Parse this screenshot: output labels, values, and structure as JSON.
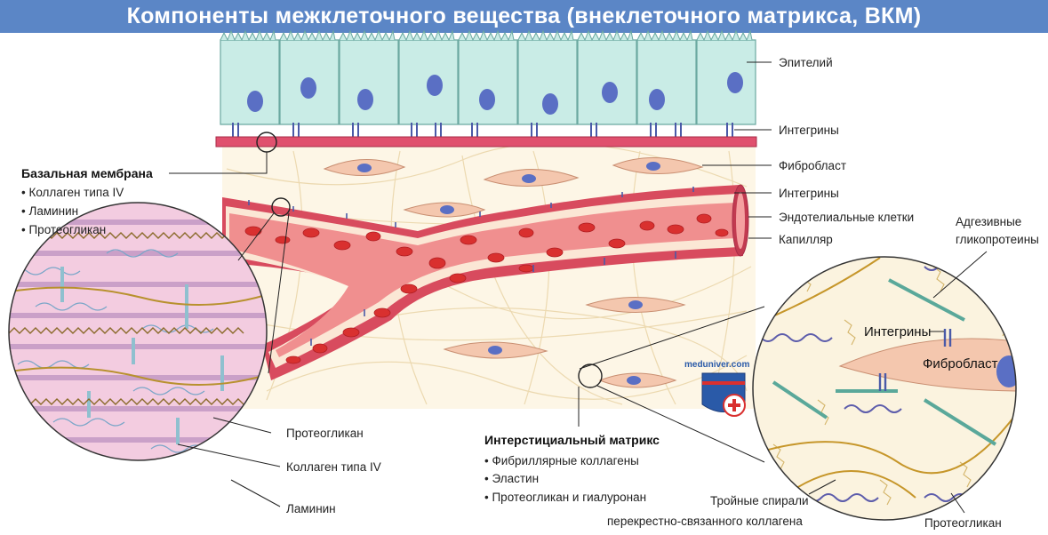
{
  "title": "Компоненты межклеточного вещества (внеклеточного матрикса, ВКМ)",
  "labels": {
    "epithelium": "Эпителий",
    "integrins_top": "Интегрины",
    "fibroblast": "Фибробласт",
    "integrins_mid": "Интегрины",
    "endothelial": "Эндотелиальные клетки",
    "capillary": "Капилляр",
    "adhesive_1": "Адгезивные",
    "adhesive_2": "гликопротеины",
    "integrins_inset": "Интегрины",
    "fibroblast_inset": "Фибробласт",
    "proteoglycan_left": "Протеогликан",
    "collagen_iv_left": "Коллаген типа IV",
    "laminin_left": "Ламинин",
    "triple_1": "Тройные спирали",
    "triple_2": "перекрестно-связанного коллагена",
    "proteoglycan_right": "Протеогликан"
  },
  "basal_membrane": {
    "heading": "Базальная мембрана",
    "items": [
      "• Коллаген типа IV",
      "• Ламинин",
      "• Протеогликан"
    ]
  },
  "interstitial": {
    "heading": "Интерстициальный матрикс",
    "items": [
      "• Фибриллярные коллагены",
      "• Эластин",
      "• Протеогликан и гиалуронан"
    ]
  },
  "watermark": "meduniver.com",
  "colors": {
    "title_bg": "#5b86c6",
    "epithelium": "#c9ece6",
    "nucleus": "#5a6fc4",
    "membrane": "#e0506e",
    "vessel": "#f08f8f",
    "rbc": "#d9302f",
    "fibroblast": "#f4c7ae",
    "matrix_bg": "#fbf3df"
  }
}
